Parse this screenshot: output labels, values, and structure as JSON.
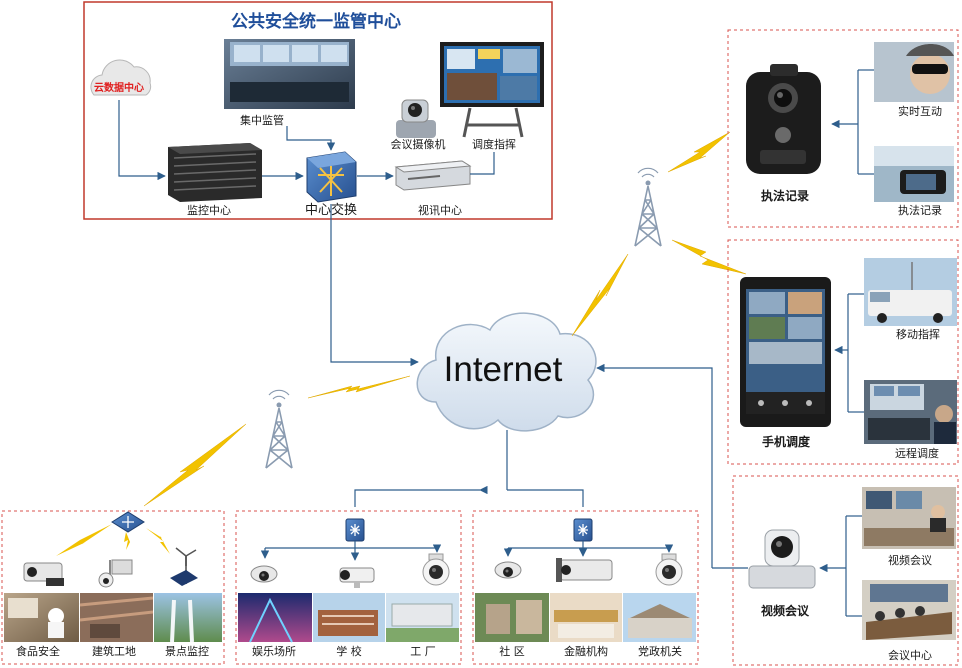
{
  "center": {
    "title": "公共安全统一监管中心",
    "cloud_data_center": "云数据中心",
    "centralized_monitoring": "集中监管",
    "conference_camera": "会议摄像机",
    "dispatch_command": "调度指挥",
    "monitoring_center": "监控中心",
    "central_switch": "中心交换",
    "video_center": "视讯中心"
  },
  "internet_label": "Internet",
  "right": {
    "law_enforcement": {
      "title": "执法记录",
      "items": [
        "实时互动",
        "执法记录"
      ]
    },
    "mobile_dispatch": {
      "title": "手机调度",
      "items": [
        "移动指挥",
        "远程调度"
      ]
    },
    "video_conference": {
      "title": "视频会议",
      "items": [
        "视频会议",
        "会议中心"
      ]
    }
  },
  "bottom": {
    "group1": [
      "食品安全",
      "建筑工地",
      "景点监控"
    ],
    "group2": [
      "娱乐场所",
      "学  校",
      "工  厂"
    ],
    "group3": [
      "社  区",
      "金融机构",
      "党政机关"
    ]
  },
  "colors": {
    "center_border": "#c0392b",
    "title": "#1f4e9a",
    "line": "#2e5e8c",
    "bolt": "#f2c200",
    "dashed_border": "#d9534f",
    "cloud_text": "#e02020"
  }
}
